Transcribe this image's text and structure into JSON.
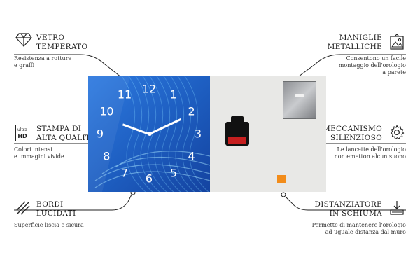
{
  "features": {
    "glass": {
      "title": "VETRO\nTEMPERATO",
      "desc": "Resistenza a rotture\ne graffi",
      "icon": "diamond-icon"
    },
    "hd": {
      "title": "STAMPA DI\nALTA QUALITÀ",
      "desc": "Colori intensi\ne immagini vivide",
      "icon": "ultra-hd-icon",
      "icon_top": "ultra",
      "icon_bottom": "HD"
    },
    "edges": {
      "title": "BORDI\nLUCIDATI",
      "desc": "Superficie liscia e sicura",
      "icon": "polished-edge-icon"
    },
    "handles": {
      "title": "MANIGLIE\nMETALLICHE",
      "desc": "Consentono un facile\nmontaggio dell'orologio\na parete",
      "icon": "picture-hanger-icon"
    },
    "mechanism": {
      "title": "MECCANISMO\nSILENZIOSO",
      "desc": "Le lancette dell'orologio\nnon emetton alcun suono",
      "icon": "gear-icon"
    },
    "spacer": {
      "title": "DISTANZIATORE\nIN SCHIUMA",
      "desc": "Permette di mantenere l'orologio\nad uguale distanza dal muro",
      "icon": "spacer-icon"
    }
  },
  "clock": {
    "numbers": [
      "12",
      "1",
      "2",
      "3",
      "4",
      "5",
      "6",
      "7",
      "8",
      "9",
      "10",
      "11"
    ]
  },
  "colors": {
    "glass_blue": "#1f63c9",
    "line": "#222222",
    "spacer": "#f28c1a"
  }
}
